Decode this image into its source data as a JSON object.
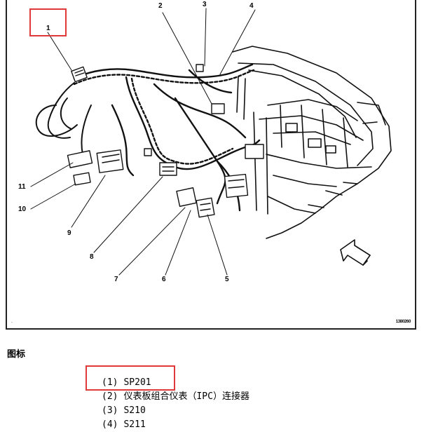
{
  "figure": {
    "callouts": [
      "1",
      "2",
      "3",
      "4",
      "5",
      "6",
      "7",
      "8",
      "9",
      "10",
      "11"
    ],
    "figure_id": "1380260",
    "corner_mark": "."
  },
  "legend": {
    "heading": "图标",
    "items": [
      {
        "num": "(1)",
        "text": "SP201"
      },
      {
        "num": "(2)",
        "text": "仪表板组合仪表（IPC）连接器"
      },
      {
        "num": "(3)",
        "text": "S210"
      },
      {
        "num": "(4)",
        "text": "S211"
      }
    ]
  },
  "highlight_color": "#e0393a"
}
